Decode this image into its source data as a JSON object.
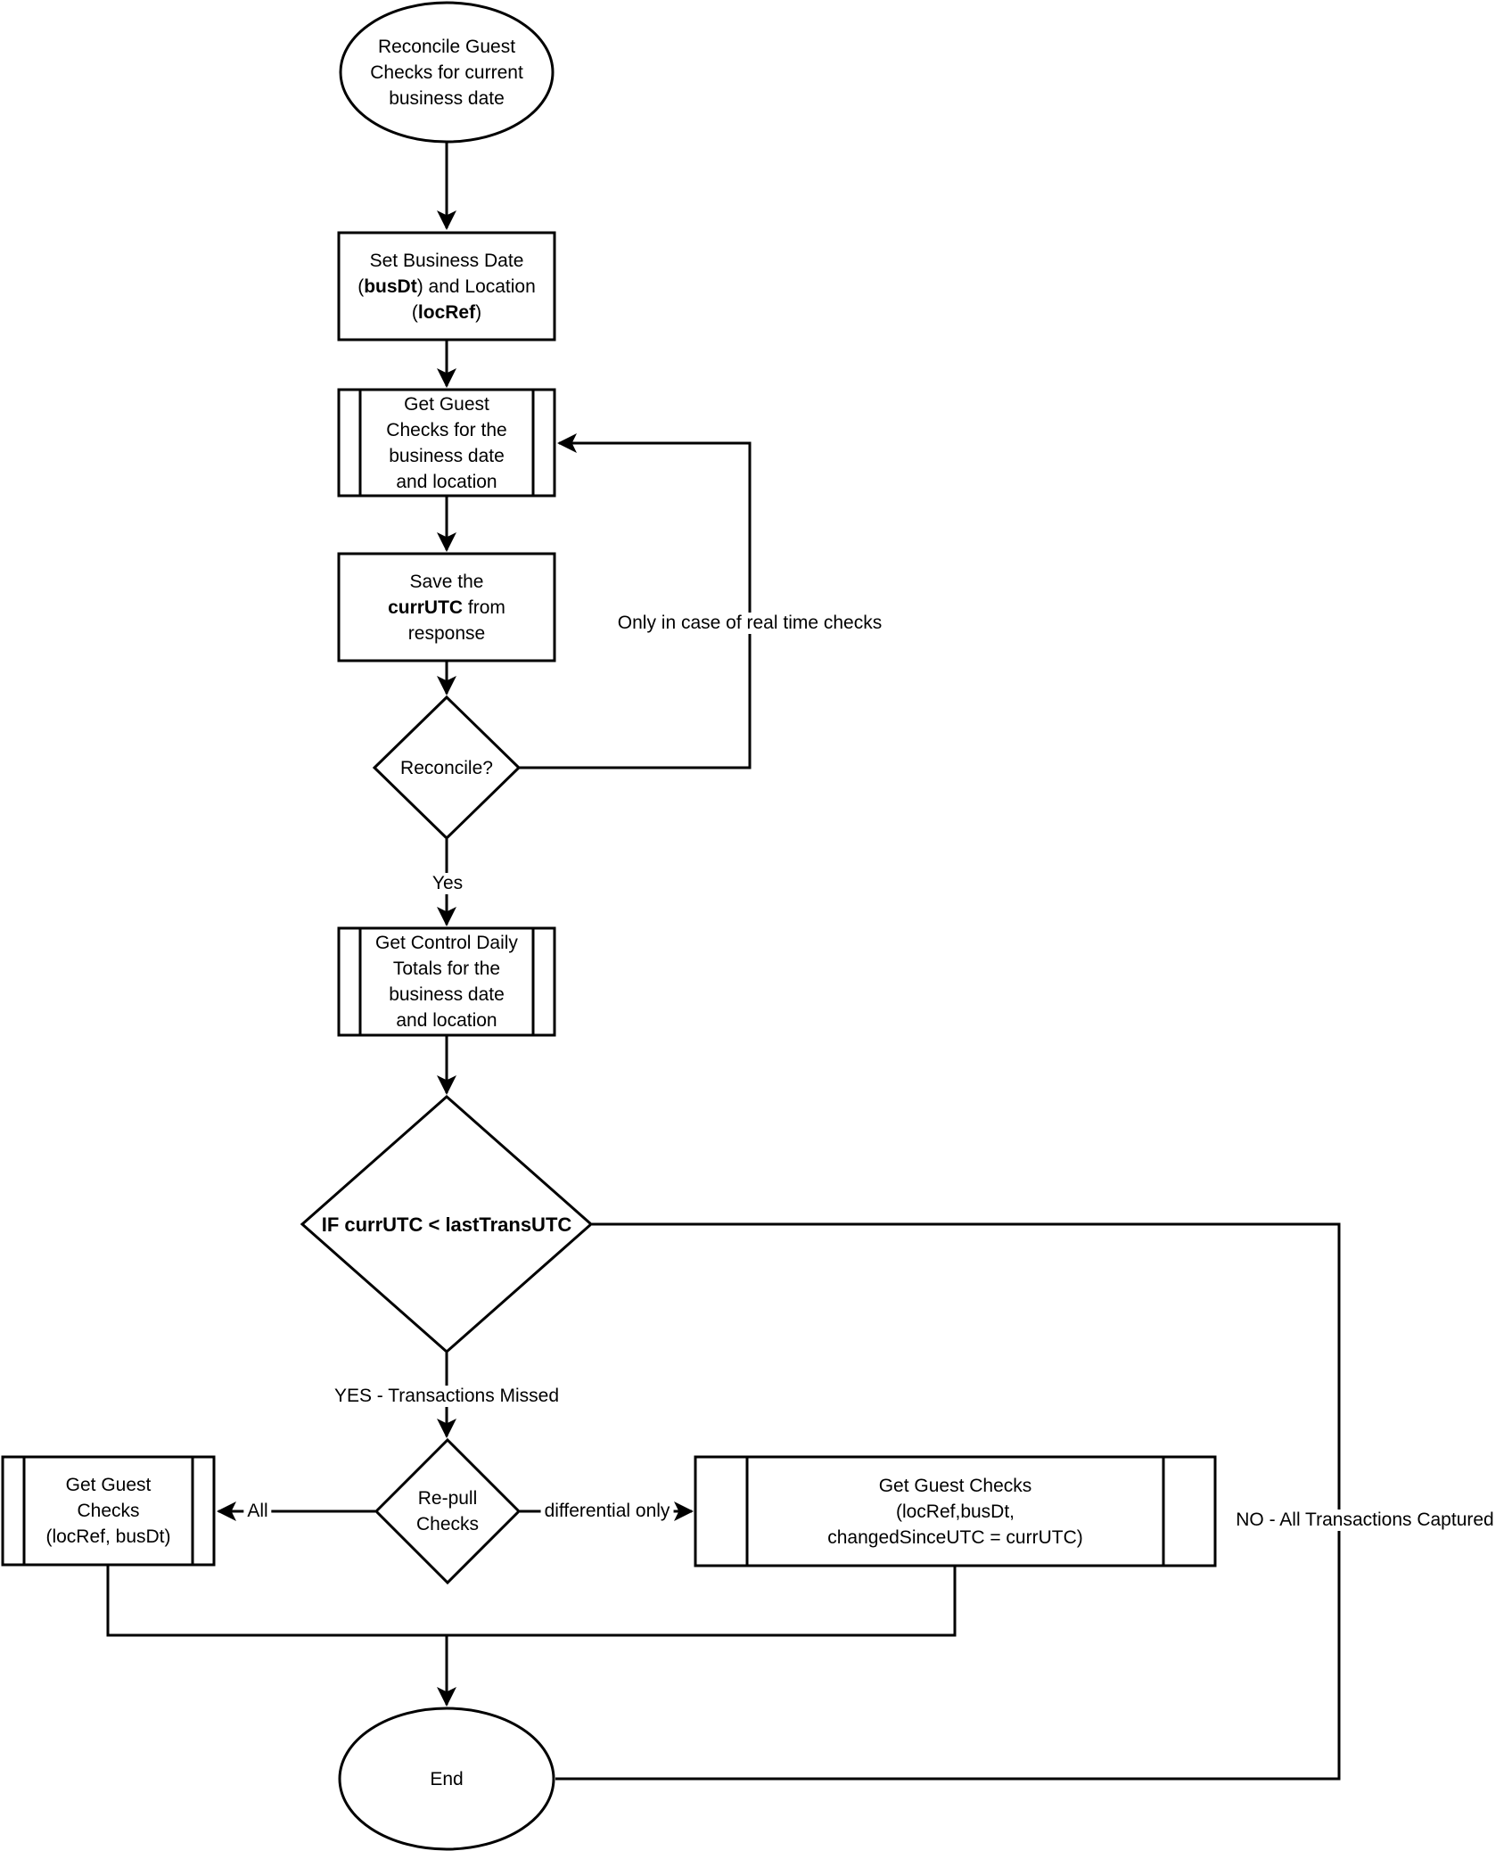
{
  "diagram": {
    "type": "flowchart",
    "colors": {
      "stroke": "#000000",
      "fill": "#ffffff",
      "text": "#000000"
    },
    "nodes": {
      "start": {
        "shape": "terminator",
        "lines": [
          [
            {
              "t": "Reconcile Guest"
            }
          ],
          [
            {
              "t": "Checks for current"
            }
          ],
          [
            {
              "t": "business date"
            }
          ]
        ]
      },
      "set_business_date": {
        "shape": "process",
        "lines": [
          [
            {
              "t": "Set Business Date"
            }
          ],
          [
            {
              "t": "("
            },
            {
              "t": "busDt",
              "b": true
            },
            {
              "t": ") and Location"
            }
          ],
          [
            {
              "t": "("
            },
            {
              "t": "locRef",
              "b": true
            },
            {
              "t": ")"
            }
          ]
        ]
      },
      "get_guest_checks": {
        "shape": "subprocess",
        "lines": [
          [
            {
              "t": "Get Guest"
            }
          ],
          [
            {
              "t": "Checks for the"
            }
          ],
          [
            {
              "t": "business date"
            }
          ],
          [
            {
              "t": "and location"
            }
          ]
        ]
      },
      "save_currutc": {
        "shape": "process",
        "lines": [
          [
            {
              "t": "Save the"
            }
          ],
          [
            {
              "t": "currUTC",
              "b": true
            },
            {
              "t": " from"
            }
          ],
          [
            {
              "t": "response"
            }
          ]
        ]
      },
      "reconcile": {
        "shape": "decision",
        "lines": [
          [
            {
              "t": "Reconcile?"
            }
          ]
        ]
      },
      "get_control_daily_totals": {
        "shape": "subprocess",
        "lines": [
          [
            {
              "t": "Get Control Daily"
            }
          ],
          [
            {
              "t": "Totals for the"
            }
          ],
          [
            {
              "t": "business date"
            }
          ],
          [
            {
              "t": "and location"
            }
          ]
        ]
      },
      "if_currutc_less_lasttransutc": {
        "shape": "decision",
        "lines": [
          [
            {
              "t": "IF currUTC < lastTransUTC",
              "b": true
            }
          ]
        ]
      },
      "repull_checks": {
        "shape": "decision",
        "lines": [
          [
            {
              "t": "Re-pull"
            }
          ],
          [
            {
              "t": "Checks"
            }
          ]
        ]
      },
      "get_guest_checks_all": {
        "shape": "subprocess",
        "lines": [
          [
            {
              "t": "Get Guest"
            }
          ],
          [
            {
              "t": "Checks"
            }
          ],
          [
            {
              "t": "(locRef, busDt)"
            }
          ]
        ]
      },
      "get_guest_checks_differential": {
        "shape": "subprocess",
        "lines": [
          [
            {
              "t": "Get Guest Checks"
            }
          ],
          [
            {
              "t": "(locRef,busDt,"
            }
          ],
          [
            {
              "t": "changedSinceUTC = currUTC)"
            }
          ]
        ]
      },
      "end": {
        "shape": "terminator",
        "lines": [
          [
            {
              "t": "End"
            }
          ]
        ]
      }
    },
    "edge_labels": {
      "loop": "Only in case of real time checks",
      "yes": "Yes",
      "yes_missed": "YES - Transactions Missed",
      "all": "All",
      "differential": "differential only",
      "no_captured": "NO - All Transactions Captured"
    }
  }
}
